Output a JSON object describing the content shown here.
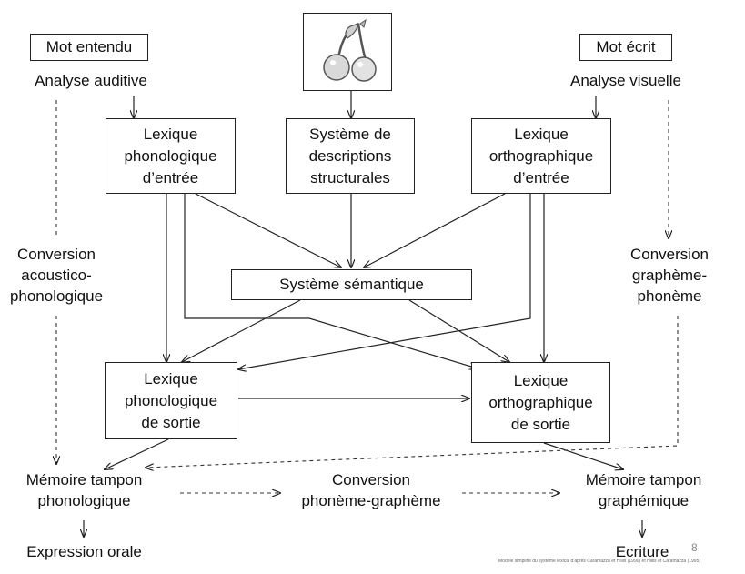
{
  "top_left": {
    "box_label": "Mot entendu",
    "caption": "Analyse auditive"
  },
  "top_right": {
    "box_label": "Mot écrit",
    "caption": "Analyse visuelle"
  },
  "picture": {
    "icon": "cherries-icon"
  },
  "boxes": {
    "lex_phon_in": [
      "Lexique",
      "phonologique",
      "d’entrée"
    ],
    "struct_desc": [
      "Système de",
      "descriptions",
      "structurales"
    ],
    "lex_orth_in": [
      "Lexique",
      "orthographique",
      "d’entrée"
    ],
    "semantic": "Système sémantique",
    "lex_phon_out": [
      "Lexique",
      "phonologique",
      "de sortie"
    ],
    "lex_orth_out": [
      "Lexique",
      "orthographique",
      "de sortie"
    ]
  },
  "labels": {
    "conv_acoustic": [
      "Conversion",
      "acoustico-",
      "phonologique"
    ],
    "conv_grapheme": [
      "Conversion",
      "graphème-",
      "phonème"
    ],
    "buffer_phon": [
      "Mémoire tampon",
      "phonologique"
    ],
    "conv_phoneme": [
      "Conversion",
      "phonème-graphème"
    ],
    "buffer_graph": [
      "Mémoire tampon",
      "graphémique"
    ],
    "output_oral": "Expression orale",
    "output_write": "Ecriture"
  },
  "page_number": "8",
  "source_caption": "Modèle simplifié du système lexical d’après Caramazza et Hillis (1990) et Hillis et Caramazza (1995)"
}
